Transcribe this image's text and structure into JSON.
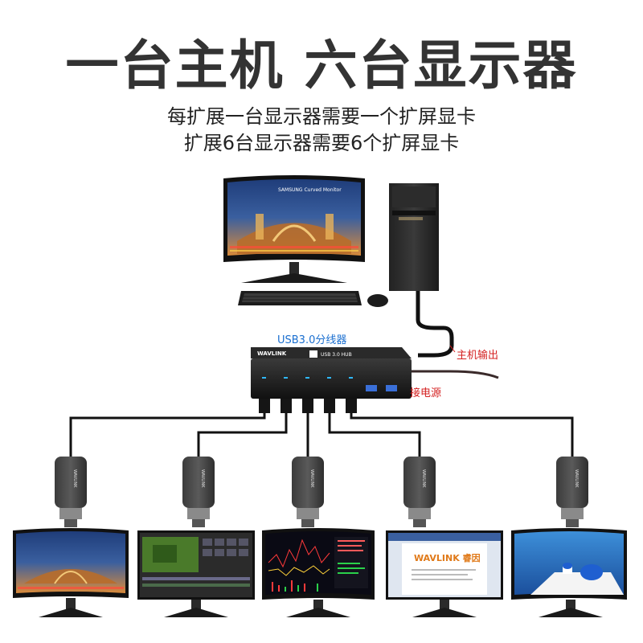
{
  "headline": "一台主机 六台显示器",
  "subtitle_line1": "每扩展一台显示器需要一个扩屏显卡",
  "subtitle_line2": "扩展6台显示器需要6个扩屏显卡",
  "labels": {
    "hub": "USB3.0分线器",
    "host_output": "主机输出",
    "power": "接电源"
  },
  "hub": {
    "brand": "WAVLINK",
    "model": "USB 3.0 HUB"
  },
  "adapter_brand": "WAVLINK",
  "top_monitor_text": "SAMSUNG Curved Monitor",
  "monitor4_logo": "WAVLINK 睿因",
  "colors": {
    "headline": "#333333",
    "hub_label": "#1a6fd0",
    "annotation_red": "#d42020",
    "hub_led": "#2fb8ff"
  }
}
